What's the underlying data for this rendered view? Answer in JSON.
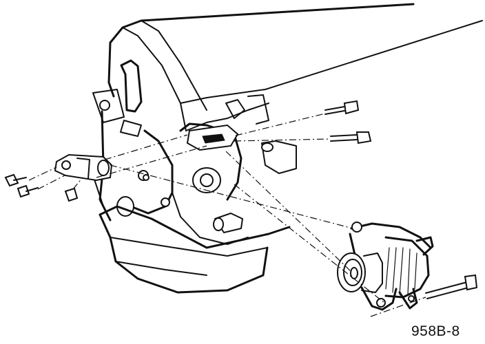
{
  "figure": {
    "code": "958B-8"
  },
  "icons": {
    "engine": "engine-block-illustration",
    "alternator": "alternator-illustration",
    "bracket": "mounting-bracket-illustration",
    "bolts": "bolt-illustration"
  },
  "colors": {
    "ink": "#111111",
    "paper": "#ffffff"
  }
}
